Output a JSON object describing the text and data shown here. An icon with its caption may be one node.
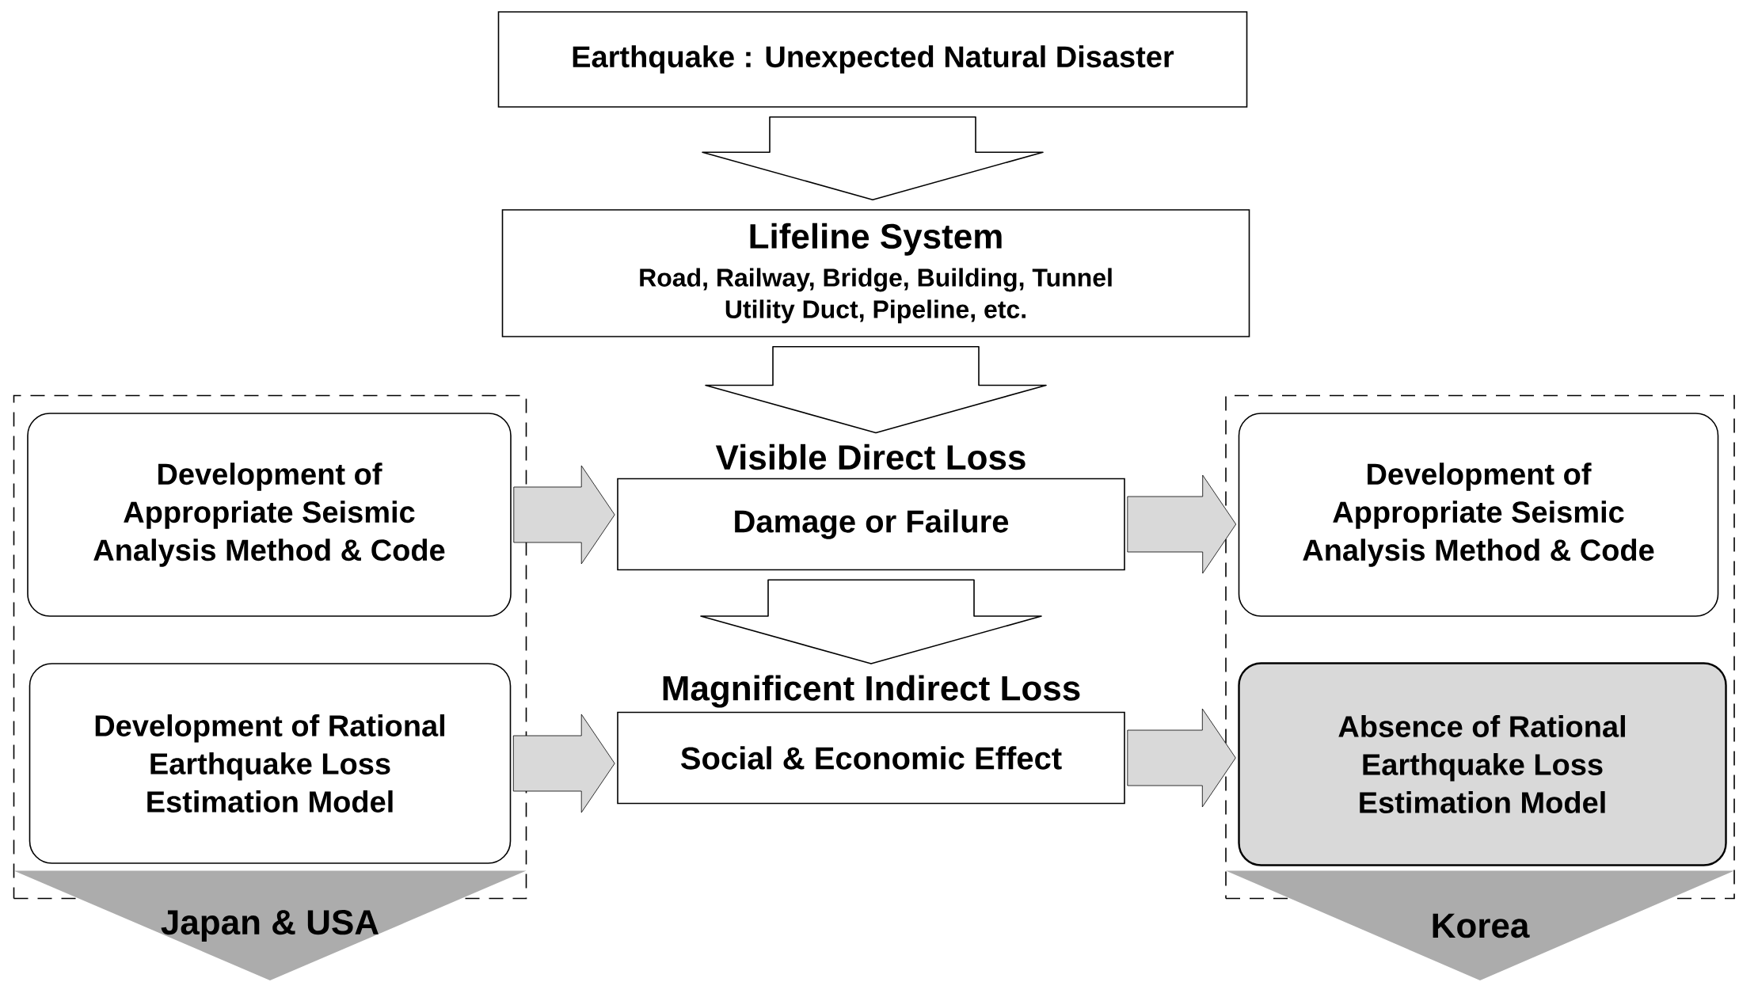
{
  "diagram": {
    "nodes": [
      {
        "text": [
          "Earthquake : Unexpected Natural Disaster"
        ]
      },
      {
        "text": [
          "Lifeline System",
          "Road, Railway, Bridge, Building, Tunnel Utility Duct, Pipeline, etc."
        ]
      },
      {
        "text": [
          "Visible Direct Loss",
          "Damage or Failure"
        ]
      },
      {
        "text": [
          "Magnificent Indirect Loss",
          "Social & Economic Effect"
        ]
      },
      {
        "text": [
          "Japan & USA"
        ]
      },
      {
        "text": [
          "Development of Appropriate Seismic Analysis Method & Code"
        ],
        "in": 4
      },
      {
        "text": [
          "Development of Rational Earthquake Loss Estimation Model"
        ],
        "in": 4
      },
      {
        "text": [
          "Korea"
        ]
      },
      {
        "text": [
          "Development of Appropriate Seismic Analysis Method & Code"
        ],
        "in": 7
      },
      {
        "text": [
          "Absence of Rational Earthquake Loss Estimation Model"
        ],
        "in": 7
      }
    ],
    "edges": [
      {
        "from": 0,
        "to": 1,
        "arrow": "to"
      },
      {
        "from": 1,
        "to": 2,
        "arrow": "to"
      },
      {
        "from": 2,
        "to": 3,
        "arrow": "to"
      },
      {
        "from": 5,
        "to": 2,
        "arrow": "to"
      },
      {
        "from": 2,
        "to": 8,
        "arrow": "to"
      },
      {
        "from": 6,
        "to": 3,
        "arrow": "to"
      },
      {
        "from": 3,
        "to": 9,
        "arrow": "to"
      }
    ]
  }
}
